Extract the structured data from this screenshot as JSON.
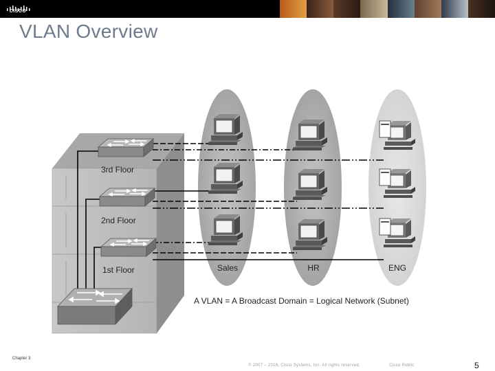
{
  "header": {
    "logo_text": "CISCO",
    "title": "VLAN Overview"
  },
  "diagram": {
    "floors": [
      "3rd Floor",
      "2nd Floor",
      "1st Floor"
    ],
    "domains": [
      "Sales",
      "HR",
      "ENG"
    ],
    "caption": "A VLAN = A Broadcast Domain = Logical Network (Subnet)"
  },
  "footer": {
    "chapter": "Chapter 3",
    "copyright": "© 2007 – 2016, Cisco Systems, Inc. All rights reserved.",
    "classification": "Cisco Public",
    "page_number": "5"
  }
}
